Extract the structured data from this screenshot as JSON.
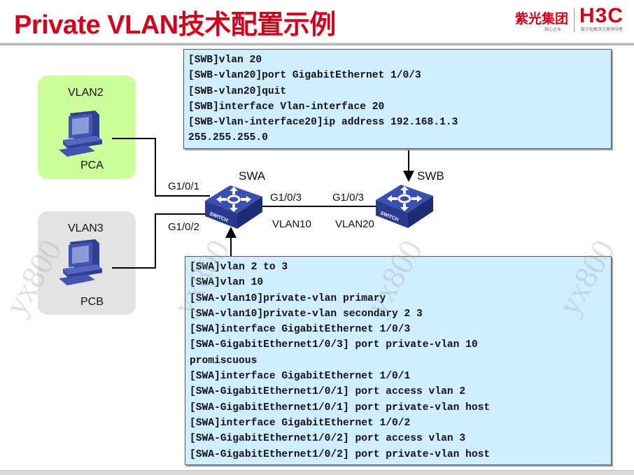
{
  "header": {
    "title": "Private VLAN技术配置示例",
    "logo": {
      "group_name": "紫光集团",
      "group_tagline": "核心企业",
      "brand": "H3C",
      "brand_tagline": "数字化解决方案领导者"
    }
  },
  "colors": {
    "title_red": "#d6001c",
    "vlan2_zone": "#ccff99",
    "vlan3_zone": "#e3e3e3",
    "code_box": "#cfeeff",
    "device_blue": "#3b4fa8"
  },
  "topology": {
    "hosts": [
      {
        "name": "PCA",
        "vlan": "VLAN2",
        "icon": "pc-icon"
      },
      {
        "name": "PCB",
        "vlan": "VLAN3",
        "icon": "pc-icon"
      }
    ],
    "switches": [
      {
        "name": "SWA",
        "icon": "switch-icon",
        "badge": "SWITCH"
      },
      {
        "name": "SWB",
        "icon": "switch-icon",
        "badge": "SWITCH"
      }
    ],
    "port_labels": {
      "swa_p1": "G1/0/1",
      "swa_p2": "G1/0/2",
      "swa_p3": "G1/0/3",
      "swb_p3": "G1/0/3"
    },
    "link_vlans": {
      "swa_side": "VLAN10",
      "swb_side": "VLAN20"
    }
  },
  "swb_config": {
    "lines": [
      "[SWB]vlan 20",
      "[SWB-vlan20]port GigabitEthernet 1/0/3",
      "[SWB-vlan20]quit",
      "[SWB]interface Vlan-interface 20",
      "[SWB-Vlan-interface20]ip address 192.168.1.3",
      "255.255.255.0"
    ]
  },
  "swa_config": {
    "lines": [
      "[SWA]vlan 2 to 3",
      "[SWA]vlan 10",
      "[SWA-vlan10]private-vlan primary",
      "[SWA-vlan10]private-vlan secondary 2 3",
      "[SWA]interface GigabitEthernet 1/0/3",
      "[SWA-GigabitEthernet1/0/3] port private-vlan 10",
      "promiscuous",
      "[SWA]interface GigabitEthernet 1/0/1",
      "[SWA-GigabitEthernet1/0/1] port access vlan 2",
      "[SWA-GigabitEthernet1/0/1] port private-vlan host",
      "[SWA]interface GigabitEthernet 1/0/2",
      "[SWA-GigabitEthernet1/0/2] port access vlan 3",
      "[SWA-GigabitEthernet1/0/2] port private-vlan host"
    ]
  },
  "watermark": "yx800"
}
